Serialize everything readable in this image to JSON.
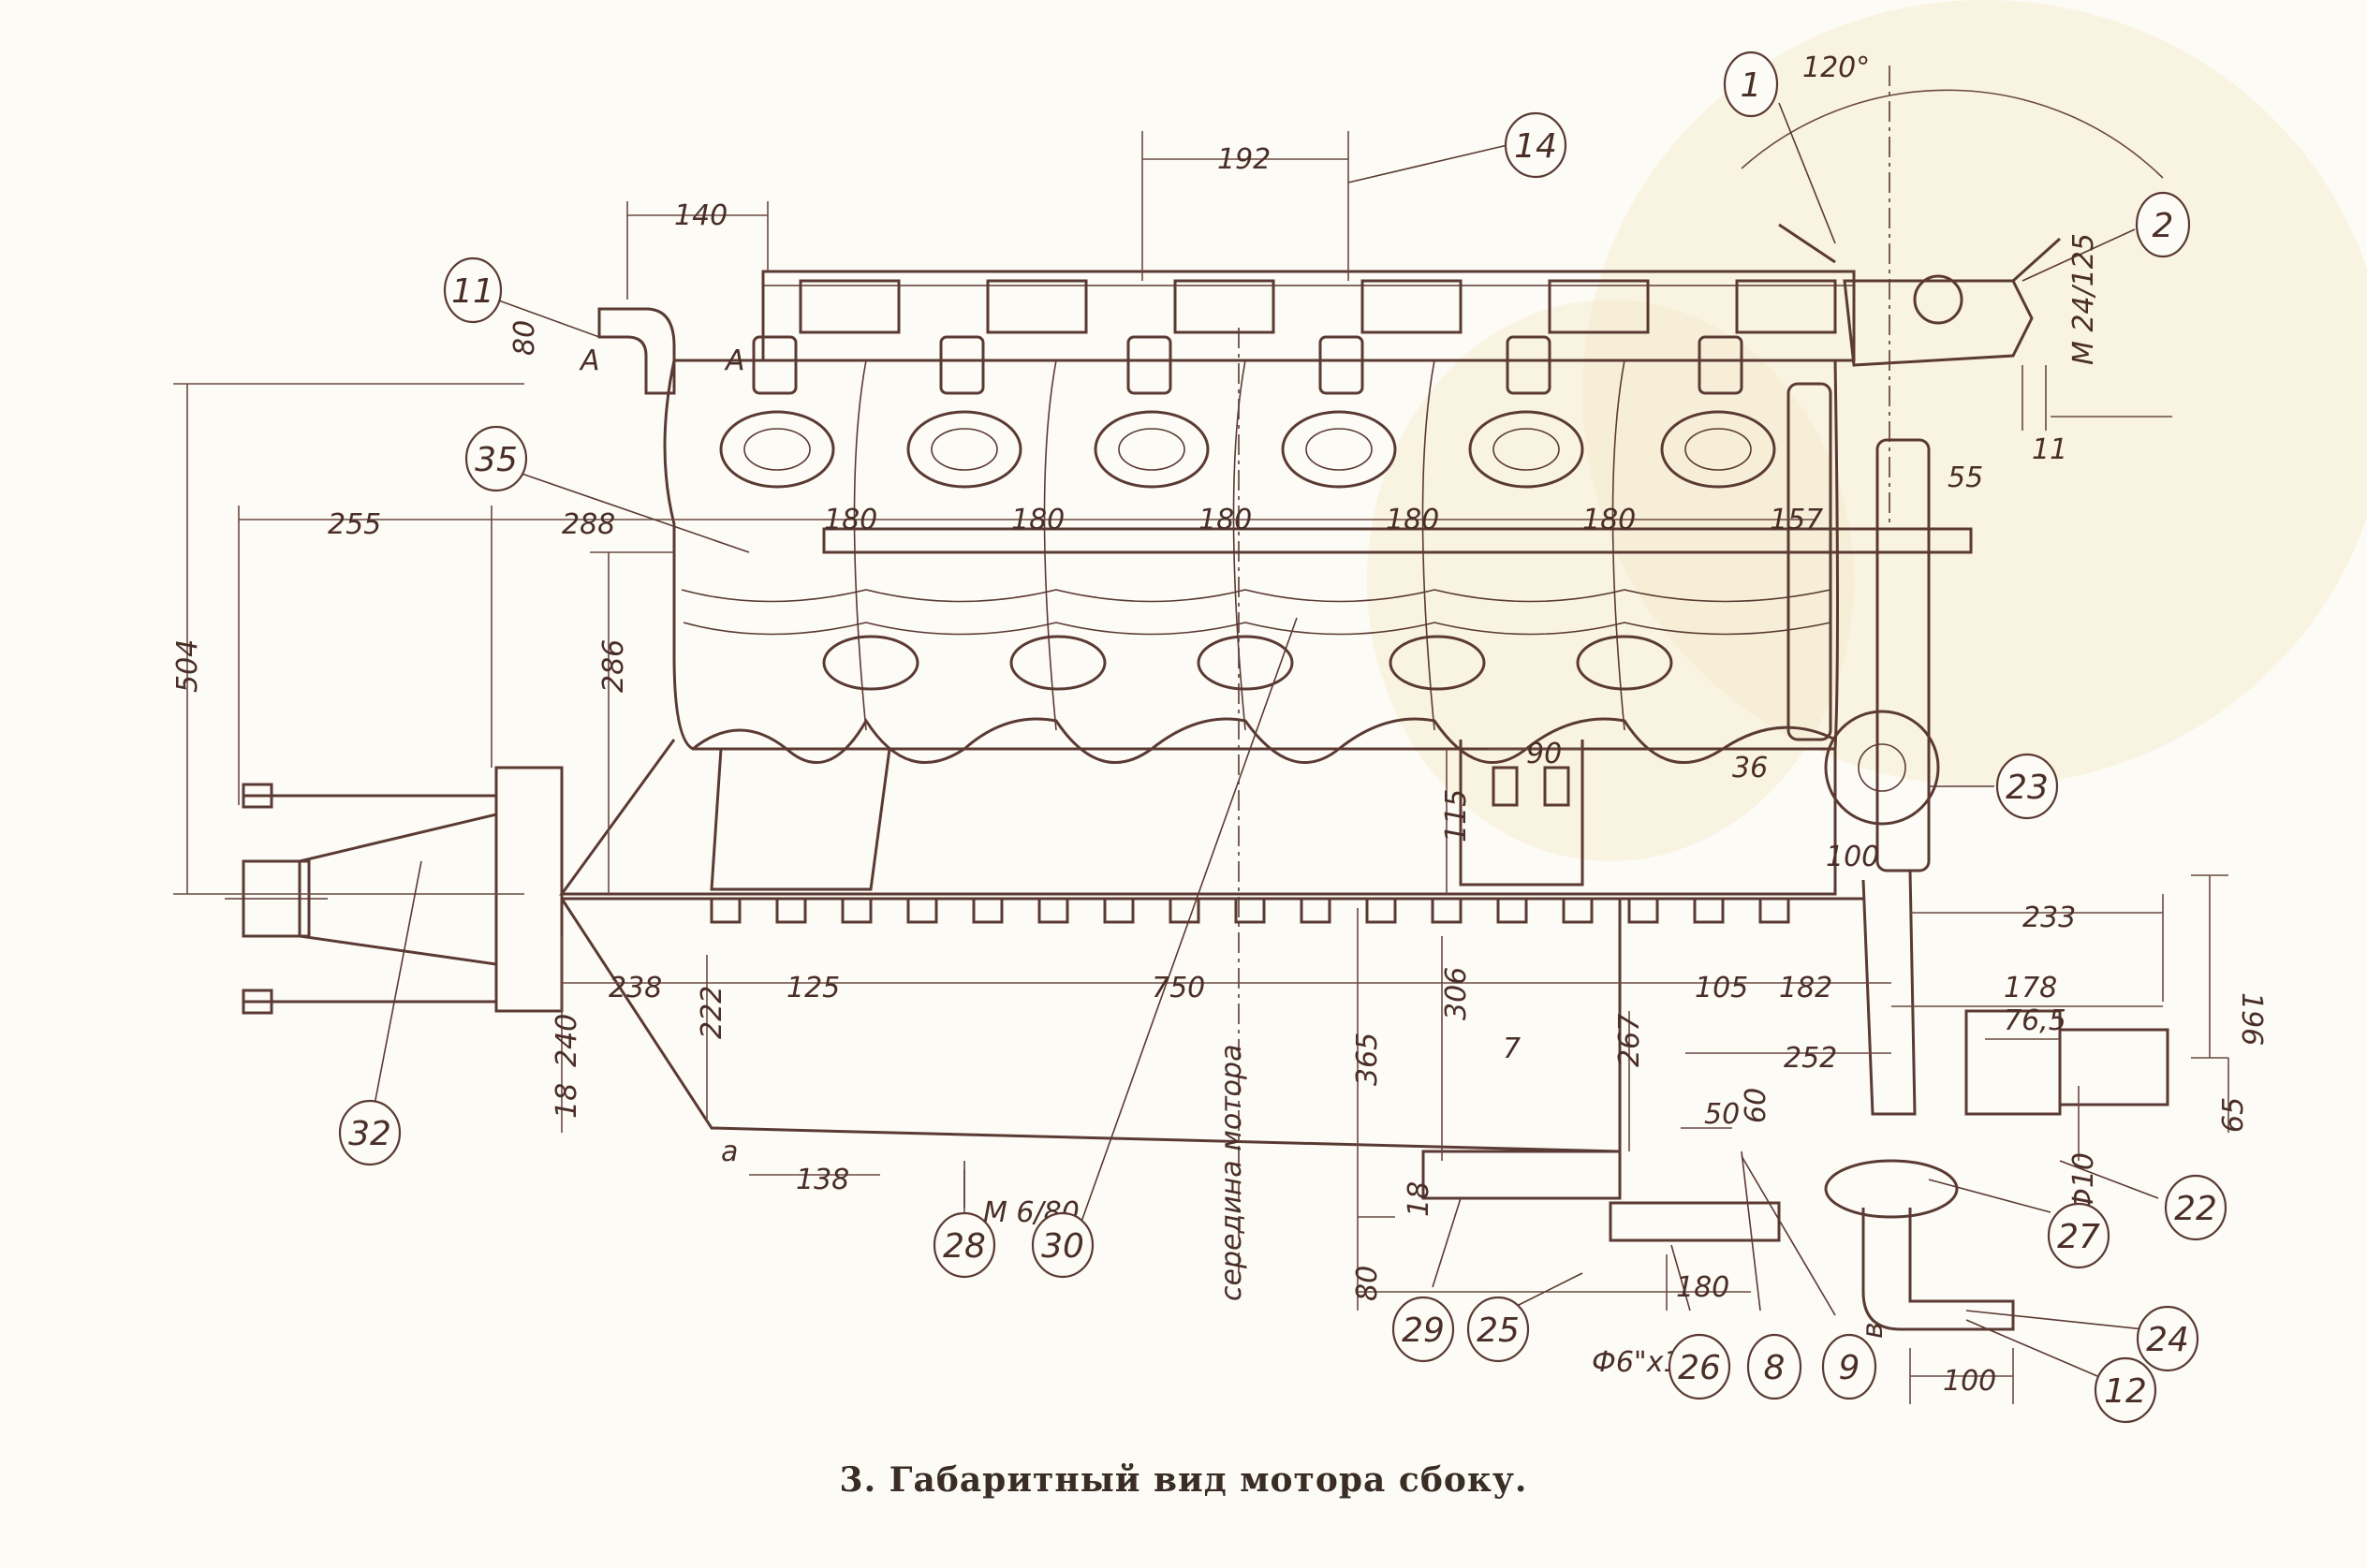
{
  "caption": "3. Габаритный вид мотора сбоку.",
  "angle_label": "120°",
  "centerline_label": "середина мотора",
  "dimensions": {
    "d140": "140",
    "d192": "192",
    "d80a": "80",
    "d504": "504",
    "d255": "255",
    "d288": "288",
    "d180a": "180",
    "d180b": "180",
    "d180c": "180",
    "d180d": "180",
    "d180e": "180",
    "d157": "157",
    "d286": "286",
    "d55": "55",
    "d11": "11",
    "dM24": "М 24/125",
    "d90": "90",
    "d36": "36",
    "d115": "115",
    "d100a": "100",
    "d233": "233",
    "d196": "196",
    "d238": "238",
    "d222": "222",
    "d125": "125",
    "d750": "750",
    "d105": "105",
    "d182": "182",
    "d178": "178",
    "d765": "76,5",
    "d240": "240",
    "d18a": "18",
    "d365": "365",
    "d306": "306",
    "d267": "267",
    "d252": "252",
    "d50": "50",
    "d60": "60",
    "d65": "65",
    "dF10": "Ф10",
    "d138": "138",
    "dM6": "М 6/80",
    "d18b": "18",
    "d80b": "80",
    "d180f": "180",
    "dF6": "Ф6\"х1",
    "d100b": "100"
  },
  "letters": {
    "A1": "А",
    "A2": "А",
    "a": "а",
    "B": "в",
    "seven": "7"
  },
  "callouts": {
    "c1": "1",
    "c2": "2",
    "c11": "11",
    "c14": "14",
    "c35": "35",
    "c23": "23",
    "c32": "32",
    "c28": "28",
    "c30": "30",
    "c29": "29",
    "c25": "25",
    "c26": "26",
    "c8": "8",
    "c9": "9",
    "c27": "27",
    "c22": "22",
    "c24": "24",
    "c12": "12"
  }
}
